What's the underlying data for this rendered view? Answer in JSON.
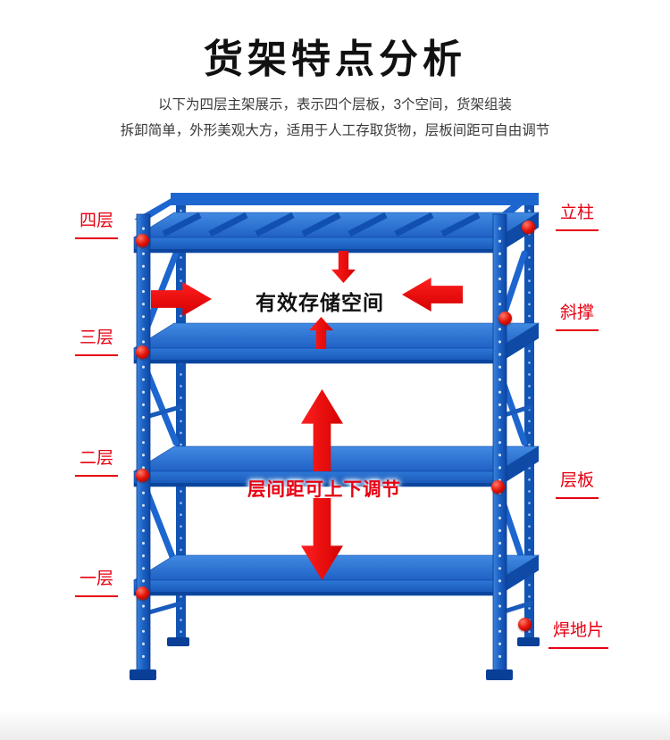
{
  "page": {
    "title": "货架特点分析",
    "subtitle_line1": "以下为四层主架展示，表示四个层板，3个空间，货架组装",
    "subtitle_line2": "拆卸简单，外形美观大方，适用于人工存取货物，层板间距可自由调节"
  },
  "diagram": {
    "center_space_label": "有效存储空间",
    "adjust_label": "层间距可上下调节",
    "callouts_left": [
      {
        "label": "四层"
      },
      {
        "label": "三层"
      },
      {
        "label": "二层"
      },
      {
        "label": "一层"
      }
    ],
    "callouts_right": [
      {
        "label": "立柱"
      },
      {
        "label": "斜撑"
      },
      {
        "label": "层板"
      },
      {
        "label": "焊地片"
      }
    ],
    "colors": {
      "accent_red": "#e60012",
      "rack_blue": "#1d66cf",
      "rack_blue_dark": "#0d47a8",
      "rack_blue_light": "#418ae2"
    }
  }
}
